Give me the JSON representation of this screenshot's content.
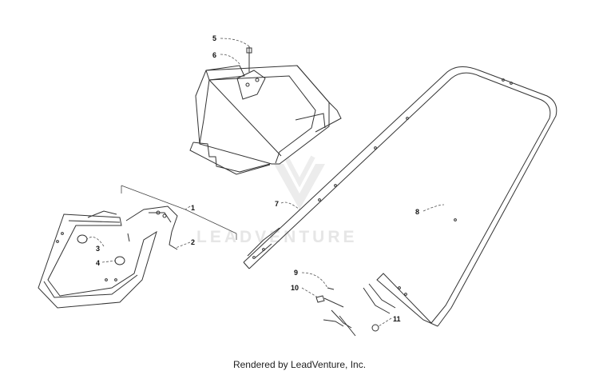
{
  "watermark": {
    "text": "LEADVENTURE"
  },
  "callouts": [
    {
      "id": "1",
      "label": "1"
    },
    {
      "id": "2",
      "label": "2"
    },
    {
      "id": "3",
      "label": "3"
    },
    {
      "id": "4",
      "label": "4"
    },
    {
      "id": "5",
      "label": "5"
    },
    {
      "id": "6",
      "label": "6"
    },
    {
      "id": "7",
      "label": "7"
    },
    {
      "id": "8",
      "label": "8"
    },
    {
      "id": "9",
      "label": "9"
    },
    {
      "id": "10",
      "label": "10"
    },
    {
      "id": "11",
      "label": "11"
    }
  ],
  "footer": {
    "text": "Rendered by LeadVenture, Inc."
  },
  "colors": {
    "line": "#333333",
    "leader": "#555555",
    "watermark": "#e6e6e6"
  }
}
